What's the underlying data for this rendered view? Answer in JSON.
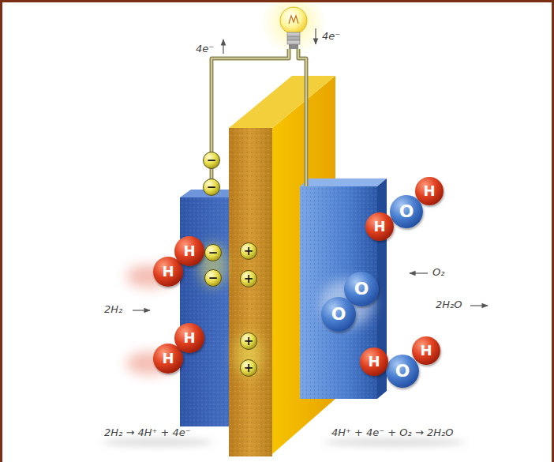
{
  "diagram": {
    "nodes": [
      {
        "text": [
          "−"
        ]
      },
      {
        "text": [
          "−"
        ]
      },
      {
        "text": [
          "H"
        ]
      },
      {
        "text": [
          "O"
        ]
      },
      {
        "text": [
          "H"
        ]
      },
      {
        "text": [
          "H"
        ]
      },
      {
        "text": [
          "−"
        ]
      },
      {
        "text": [
          "+"
        ]
      },
      {
        "text": [
          "H"
        ]
      },
      {
        "text": [
          "−"
        ]
      },
      {
        "text": [
          "+"
        ]
      },
      {
        "text": [
          "O"
        ]
      },
      {
        "text": [
          "O"
        ]
      },
      {
        "text": [
          "H"
        ]
      },
      {
        "text": [
          "+"
        ]
      },
      {
        "text": [
          "H"
        ]
      },
      {
        "text": [
          "H"
        ]
      },
      {
        "text": [
          "H"
        ]
      },
      {
        "text": [
          "+"
        ]
      },
      {
        "text": [
          "O"
        ]
      }
    ],
    "labels": [
      "4e⁻",
      "4e⁻",
      "2H₂",
      "O₂",
      "2H₂O",
      "2H₂ → 4H⁺ + 4e⁻",
      "4H⁺ + 4e⁻ + O₂ → 2H₂O"
    ]
  }
}
